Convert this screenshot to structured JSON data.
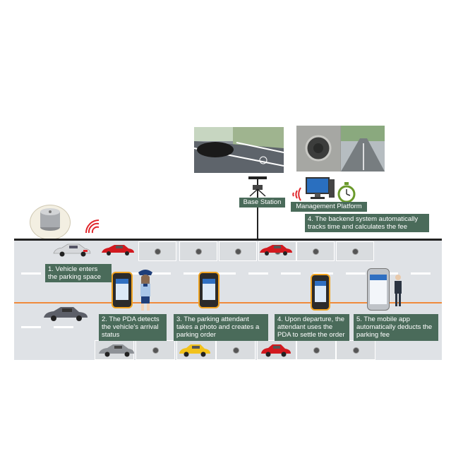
{
  "labels": {
    "base_station": "Base Station",
    "management_platform": "Management Platform",
    "step1": "1. Vehicle enters the parking space",
    "step2": "2. The PDA detects the vehicle's arrival status",
    "step3": "3. The parking attendant takes a photo and creates a parking order",
    "step4": "4. The backend system automatically tracks time and calculates the fee",
    "step5": "4. Upon departure, the attendant uses the PDA to settle the order",
    "step6": "5. The mobile app automatically deducts the parking fee"
  },
  "colors": {
    "label_bg": "#4a6b5a",
    "road": "#dfe2e6",
    "lane_orange": "#f08a3c",
    "signal_red": "#e0262b",
    "pda_trim": "#f0a321"
  },
  "icons": [
    "sensor-icon",
    "signal-waves-icon",
    "base-station-icon",
    "monitor-icon",
    "stopwatch-icon",
    "car-icon",
    "pda-icon",
    "smartphone-icon",
    "attendant-icon",
    "person-icon"
  ]
}
